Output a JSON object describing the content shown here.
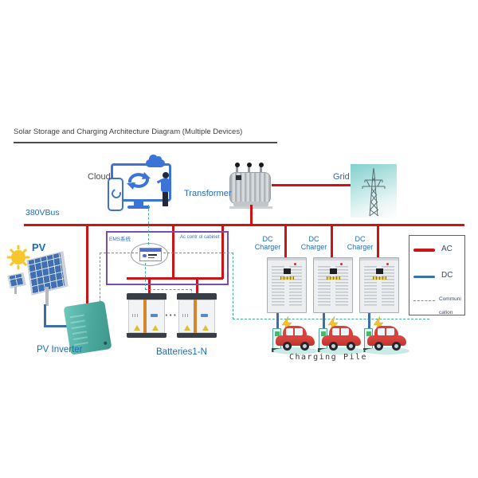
{
  "title": "Solar Storage and Charging Architecture Diagram (Multiple Devices)",
  "nodes": {
    "cloud": {
      "label": "Cloud"
    },
    "transformer": {
      "label": "Transformer"
    },
    "grid": {
      "label": "Grid"
    },
    "bus": {
      "label": "380VBus"
    },
    "pv": {
      "label": "PV"
    },
    "pv_inverter": {
      "label": "PV Inverter"
    },
    "ems": {
      "label": "EMS系统"
    },
    "ac_cabinet": {
      "label": "Ac contr ol cabinet"
    },
    "batteries": {
      "label": "Batteries1-N",
      "ellipsis": "···"
    },
    "charging_pile": {
      "label_charging": "Charging",
      "label_pile": "Pile"
    }
  },
  "chargers": [
    {
      "line1": "DC",
      "line2": "Charger"
    },
    {
      "line1": "DC",
      "line2": "Charger"
    },
    {
      "line1": "DC",
      "line2": "Charger"
    }
  ],
  "legend": {
    "items": [
      {
        "label": "AC",
        "style": "solid",
        "color": "#cc1414"
      },
      {
        "label": "DC",
        "style": "solid",
        "color": "#3a6fae"
      },
      {
        "label": "Communication",
        "style": "dashed",
        "color": "#3fae9e"
      }
    ]
  },
  "colors": {
    "ac": "#cc1414",
    "dc": "#3a6fae",
    "comm": "#3fae9e",
    "label": "#1e6db6",
    "purple": "#7a4fa8",
    "title": "#3f3f3f"
  }
}
